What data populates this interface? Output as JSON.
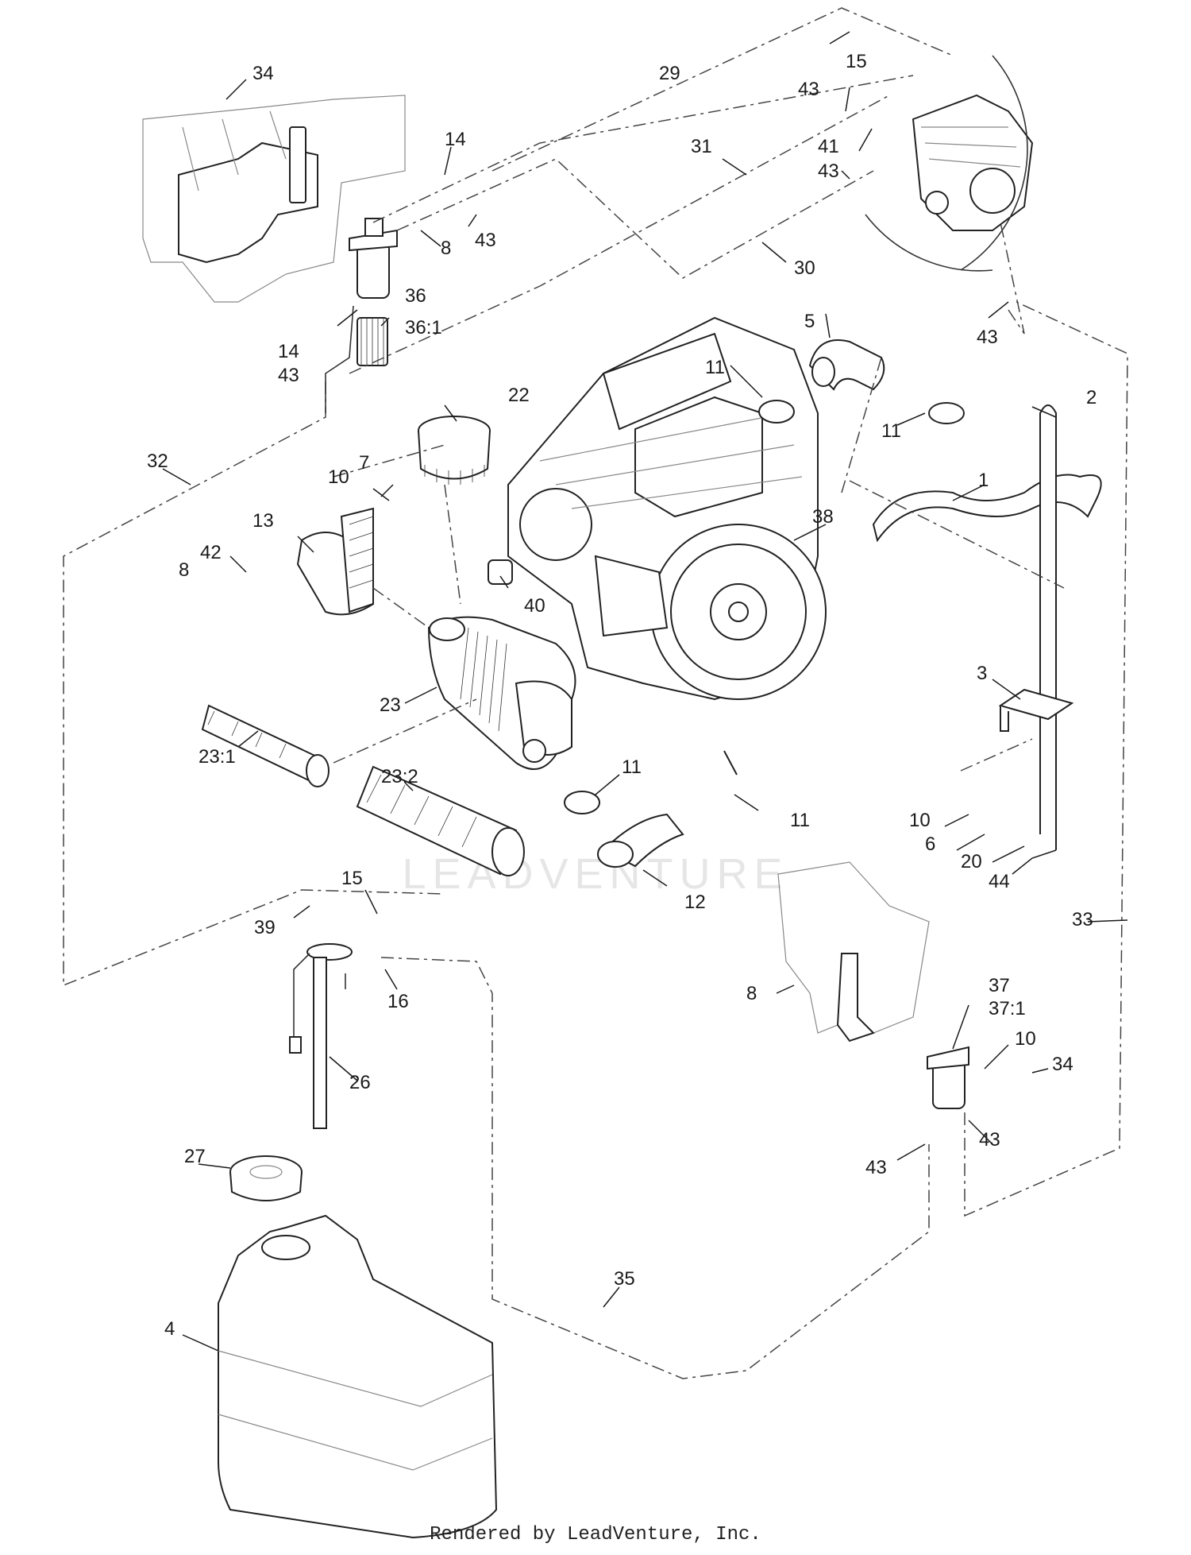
{
  "diagram": {
    "watermark": "LEADVENTURE",
    "footer": "Rendered by LeadVenture, Inc.",
    "labels": {
      "34_top": "34",
      "29": "29",
      "15_top": "15",
      "43_a": "43",
      "41": "41",
      "43_b": "43",
      "31": "31",
      "14_a": "14",
      "43_c": "43",
      "8_a": "8",
      "30": "30",
      "36": "36",
      "36_1": "36:1",
      "14_b": "14",
      "43_d": "43",
      "43_e": "43",
      "5": "5",
      "11_a": "11",
      "22": "22",
      "2": "2",
      "11_b": "11",
      "32": "32",
      "7": "7",
      "10_a": "10",
      "1": "1",
      "38": "38",
      "13": "13",
      "42": "42",
      "8_b": "8",
      "40": "40",
      "3": "3",
      "23": "23",
      "23_1": "23:1",
      "11_c": "11",
      "23_2": "23:2",
      "11_d": "11",
      "10_b": "10",
      "6": "6",
      "20": "20",
      "44": "44",
      "12": "12",
      "15_bot": "15",
      "39": "39",
      "33": "33",
      "16": "16",
      "8_c": "8",
      "37": "37",
      "37_1": "37:1",
      "10_c": "10",
      "34_bot": "34",
      "26": "26",
      "43_f": "43",
      "43_g": "43",
      "27": "27",
      "35": "35",
      "4": "4"
    }
  }
}
